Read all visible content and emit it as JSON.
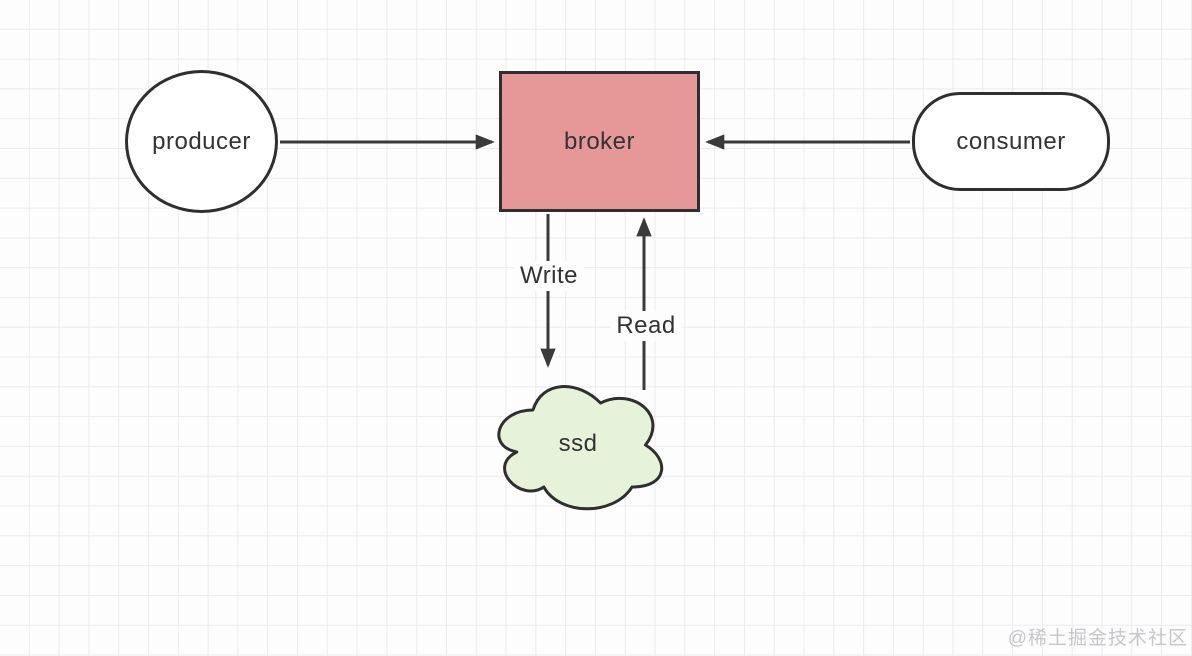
{
  "diagram": {
    "type": "flow-diagram",
    "nodes": [
      {
        "id": "producer",
        "label": "producer",
        "shape": "ellipse",
        "fill": "#ffffff"
      },
      {
        "id": "broker",
        "label": "broker",
        "shape": "rectangle",
        "fill": "#e69899"
      },
      {
        "id": "consumer",
        "label": "consumer",
        "shape": "rounded-rectangle",
        "fill": "#ffffff"
      },
      {
        "id": "ssd",
        "label": "ssd",
        "shape": "cloud",
        "fill": "#e7f2da"
      }
    ],
    "edges": [
      {
        "from": "producer",
        "to": "broker",
        "label": "",
        "direction": "right"
      },
      {
        "from": "consumer",
        "to": "broker",
        "label": "",
        "direction": "left"
      },
      {
        "from": "broker",
        "to": "ssd",
        "label": "Write",
        "direction": "down"
      },
      {
        "from": "ssd",
        "to": "broker",
        "label": "Read",
        "direction": "up"
      }
    ],
    "colors": {
      "stroke": "#2f2f2f",
      "arrow": "#3a3a3a",
      "broker_fill": "#e69899",
      "ssd_fill": "#e7f2da",
      "grid_line": "#ebebeb",
      "background": "#fdfdfd",
      "watermark_text": "#c7c7cb"
    },
    "watermark": "@稀土掘金技术社区"
  }
}
